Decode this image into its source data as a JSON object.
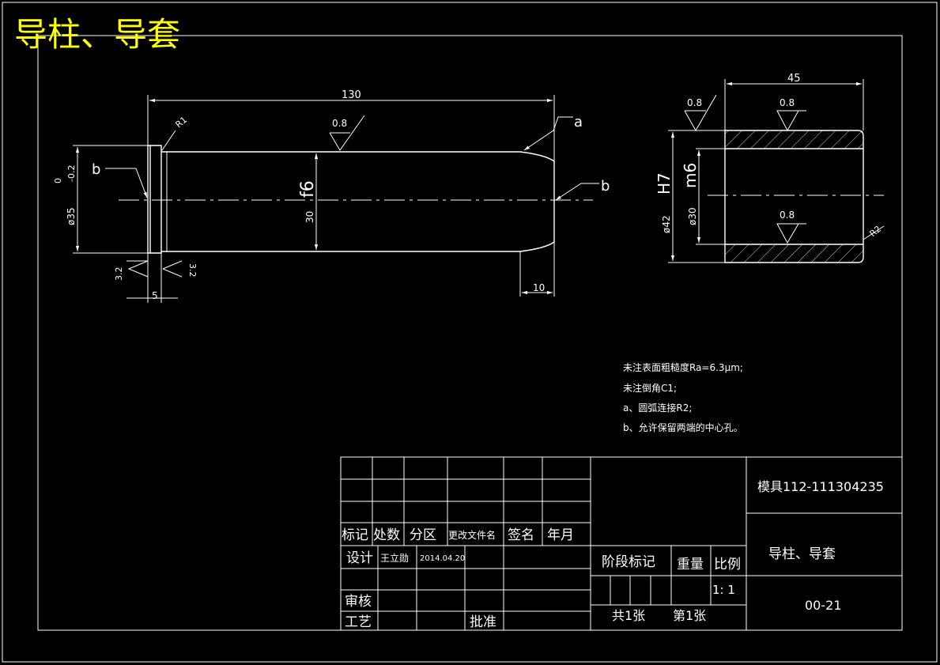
{
  "sheet": {
    "title": "导柱、导套",
    "title_color": "#ffff00",
    "background": "#000000",
    "line_color": "#ffffff"
  },
  "guide_pillar": {
    "overall_length": "130",
    "head_width": "5",
    "tail_length": "10",
    "diameter_head": "ø35",
    "tol_upper": "0",
    "tol_lower": "-0.2",
    "diameter_body": "30",
    "fit": "f6",
    "fillet": "R1",
    "roughness_body": "0.8",
    "roughness_head_left": "3.2",
    "roughness_head_right": "3.2",
    "note_a": "a",
    "note_b_left": "b",
    "note_b_right": "b"
  },
  "guide_bush": {
    "length": "45",
    "outer_diameter": "ø42",
    "inner_diameter": "ø30",
    "fit_outer": "H7",
    "fit_inner": "m6",
    "fillet": "R2",
    "roughness_end": "0.8",
    "roughness_outer": "0.8",
    "roughness_inner": "0.8"
  },
  "notes": [
    "未注表面粗糙度Ra=6.3μm;",
    "未注倒角C1;",
    "a、圆弧连接R2;",
    "b、允许保留两端的中心孔。"
  ],
  "title_block": {
    "drawing_code": "模具112-111304235",
    "part_name": "导柱、导套",
    "drawing_number": "00-21",
    "hdr_mark": "标记",
    "hdr_count": "处数",
    "hdr_zone": "分区",
    "hdr_doc": "更改文件名",
    "hdr_sign": "签名",
    "hdr_date": "年月",
    "design_label": "设计",
    "designer": "王立勋",
    "design_date": "2014.04.20",
    "review_label": "审核",
    "process_label": "工艺",
    "approve_label": "批准",
    "stage_label": "阶段标记",
    "weight_label": "重量",
    "scale_label": "比例",
    "scale_value": "1:  1",
    "sheets_total": "共1张",
    "sheet_current": "第1张"
  }
}
